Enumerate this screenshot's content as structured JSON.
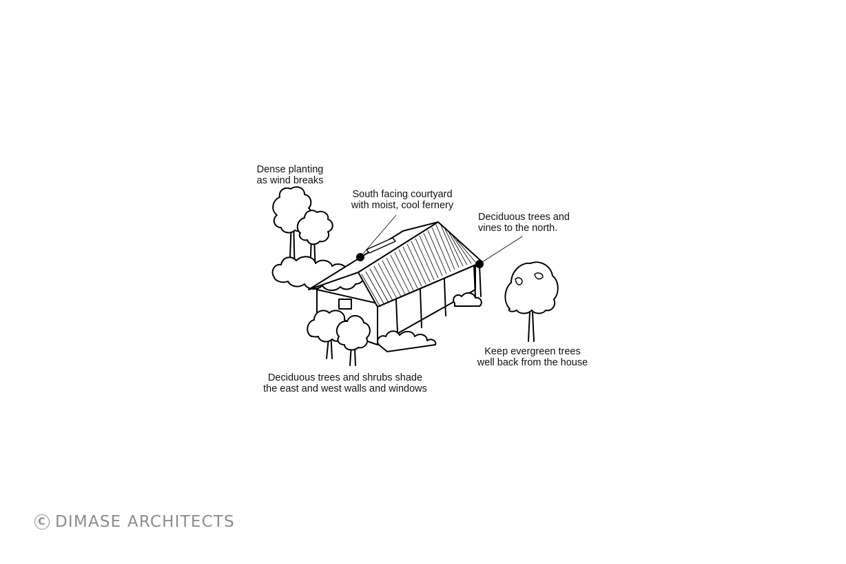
{
  "diagram": {
    "title": "Passive design landscaping around a house",
    "labels": {
      "wind_breaks": [
        "Dense planting",
        "as wind breaks"
      ],
      "courtyard": [
        "South facing courtyard",
        "with moist, cool fernery"
      ],
      "north_trees": [
        "Deciduous trees and",
        "vines to the north."
      ],
      "evergreen": [
        "Keep evergreen trees",
        "well back from the house"
      ],
      "east_west": [
        "Deciduous trees and shrubs shade",
        "the east and west walls and windows"
      ]
    },
    "elements": [
      "house-with-corrugated-roof",
      "pergola-with-vines",
      "windbreak-trees",
      "deciduous-trees-east-west",
      "evergreen-tree",
      "courtyard-marker",
      "north-vines-marker"
    ]
  },
  "watermark": {
    "symbol": "C",
    "text": "DIMASE ARCHITECTS",
    "color": "#8c8c8c"
  }
}
